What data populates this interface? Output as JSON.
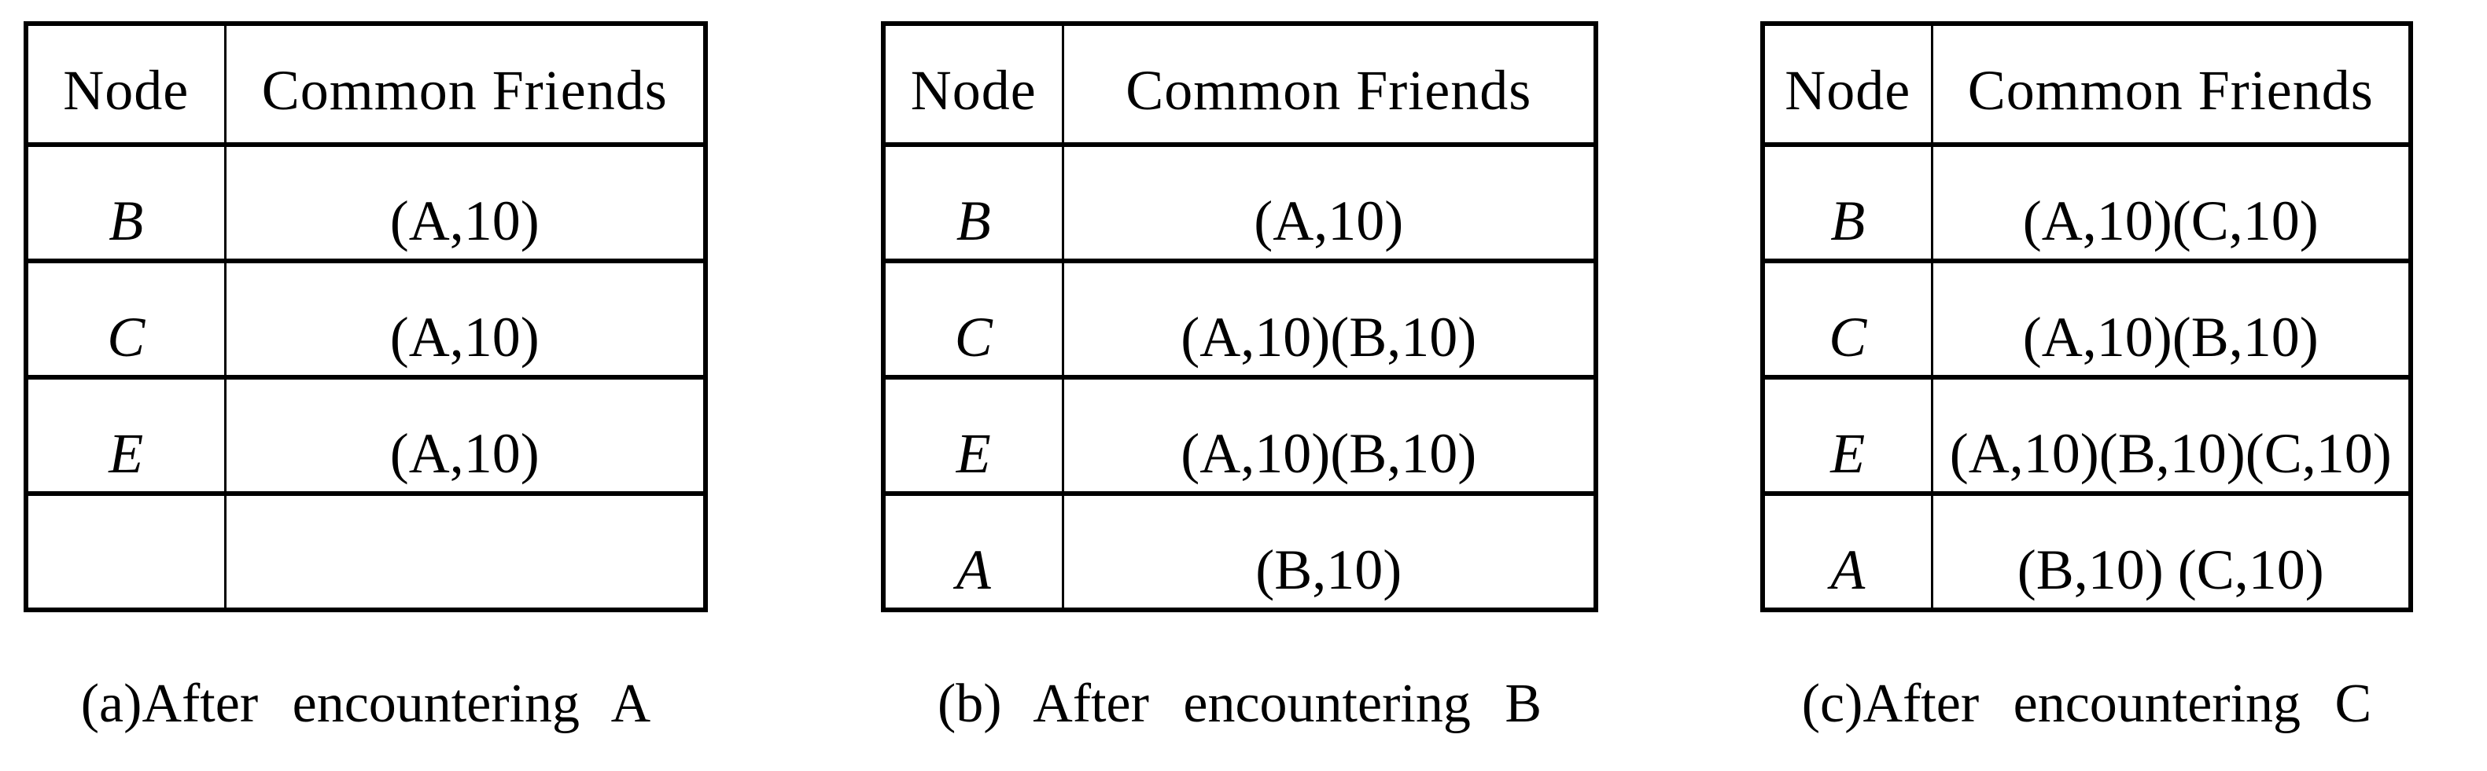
{
  "figure": {
    "background_color": "#ffffff",
    "border_color": "#000000",
    "text_color": "#000000"
  },
  "tables": [
    {
      "caption": "(a)After encountering A",
      "columns": {
        "node": "Node",
        "friends": "Common Friends"
      },
      "rows": [
        {
          "node": "B",
          "friends": "(A,10)"
        },
        {
          "node": "C",
          "friends": "(A,10)"
        },
        {
          "node": "E",
          "friends": "(A,10)"
        },
        {
          "node": "",
          "friends": ""
        }
      ]
    },
    {
      "caption": "(b) After encountering B",
      "columns": {
        "node": "Node",
        "friends": "Common Friends"
      },
      "rows": [
        {
          "node": "B",
          "friends": "(A,10)"
        },
        {
          "node": "C",
          "friends": "(A,10)(B,10)"
        },
        {
          "node": "E",
          "friends": "(A,10)(B,10)"
        },
        {
          "node": "A",
          "friends": "(B,10)"
        }
      ]
    },
    {
      "caption": "(c)After encountering C",
      "columns": {
        "node": "Node",
        "friends": "Common Friends"
      },
      "rows": [
        {
          "node": "B",
          "friends": "(A,10)(C,10)"
        },
        {
          "node": "C",
          "friends": "(A,10)(B,10)"
        },
        {
          "node": "E",
          "friends": "(A,10)(B,10)(C,10)"
        },
        {
          "node": "A",
          "friends": "(B,10) (C,10)"
        }
      ]
    }
  ]
}
